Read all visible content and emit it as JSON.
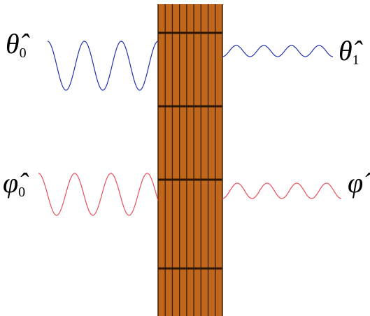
{
  "colors": {
    "background": "#ffffff",
    "wall_fill": "#c0671c",
    "wall_stripe": "#3a1f08",
    "wall_band": "#2a1506",
    "wave_theta": "#2233aa",
    "wave_phi": "#e8505a",
    "text": "#000000"
  },
  "labels": {
    "theta_incident": {
      "symbol": "θ̂",
      "subscript": "0"
    },
    "theta_transmitted": {
      "symbol": "θ̂",
      "subscript": "1"
    },
    "phi_incident": {
      "symbol": "φ̂",
      "subscript": "0"
    },
    "phi_transmitted": {
      "symbol": "φ̂",
      "subscript": ""
    }
  }
}
